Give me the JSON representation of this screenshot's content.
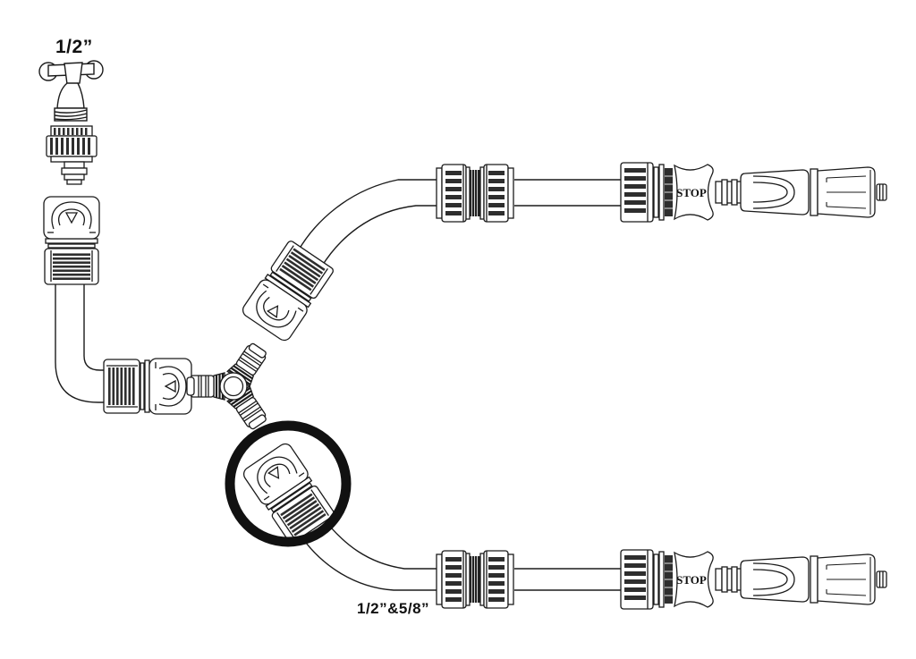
{
  "page": {
    "background": "#ffffff",
    "line_color": "#1b1b1b",
    "highlight_color": "#111111"
  },
  "labels": {
    "tap_size": "1/2”",
    "hose_size": "1/2”&5/8”"
  },
  "stop_connectors": {
    "top_label": "STOP",
    "bottom_label": "STOP"
  },
  "components": [
    "tap",
    "tap-connector",
    "hose-connector-tap-side",
    "elbow-hose-connector",
    "three-way-y-connector",
    "branch-hose-connector",
    "highlighted-hose-connector",
    "hose-joiner-top",
    "hose-joiner-bottom",
    "water-stop-connector-top",
    "water-stop-connector-bottom",
    "spray-nozzle-top",
    "spray-nozzle-bottom"
  ]
}
